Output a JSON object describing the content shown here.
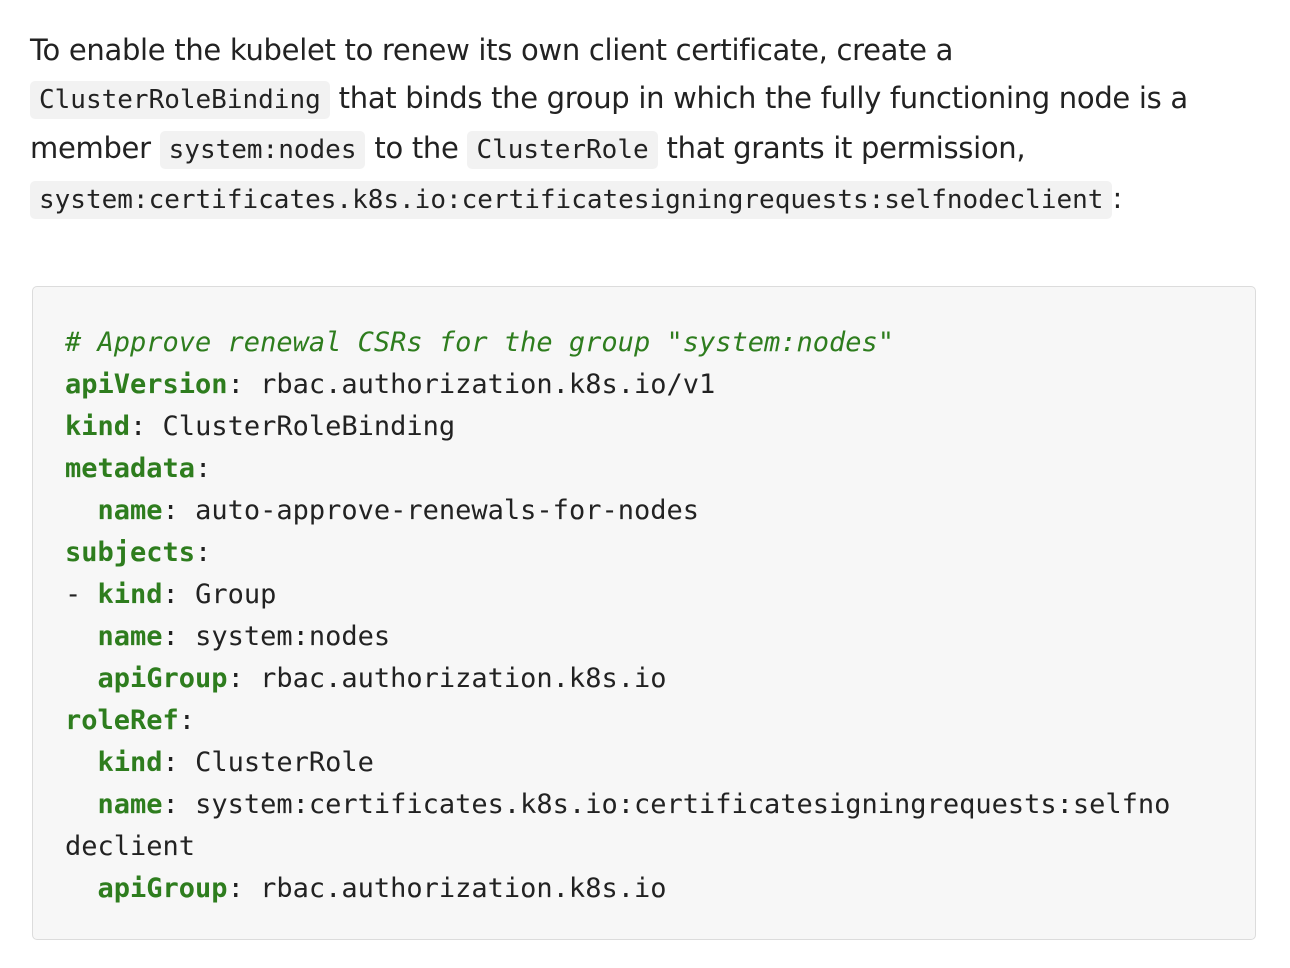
{
  "paragraph": {
    "text1": "To enable the kubelet to renew its own client certificate, create a ",
    "code1": "ClusterRoleBinding",
    "text2": " that binds the group in which the fully functioning node is a member ",
    "code2": "system:nodes",
    "text3": " to the ",
    "code3": "ClusterRole",
    "text4": " that grants it permission, ",
    "code4": "system:certificates.k8s.io:certificatesigningrequests:selfnodeclient",
    "text5": ":"
  },
  "yaml": {
    "comment": "# Approve renewal CSRs for the group \"system:nodes\"",
    "lines": [
      {
        "indent": "",
        "key": "apiVersion",
        "value": " rbac.authorization.k8s.io/v1"
      },
      {
        "indent": "",
        "key": "kind",
        "value": " ClusterRoleBinding"
      },
      {
        "indent": "",
        "key": "metadata",
        "value": ""
      },
      {
        "indent": "  ",
        "key": "name",
        "value": " auto-approve-renewals-for-nodes"
      },
      {
        "indent": "",
        "key": "subjects",
        "value": ""
      },
      {
        "indent": "- ",
        "key": "kind",
        "value": " Group"
      },
      {
        "indent": "  ",
        "key": "name",
        "value": " system:nodes"
      },
      {
        "indent": "  ",
        "key": "apiGroup",
        "value": " rbac.authorization.k8s.io"
      },
      {
        "indent": "",
        "key": "roleRef",
        "value": ""
      },
      {
        "indent": "  ",
        "key": "kind",
        "value": " ClusterRole"
      },
      {
        "indent": "  ",
        "key": "name",
        "value": " system:certificates.k8s.io:certificatesigningrequests:selfno\ndeclient"
      },
      {
        "indent": "  ",
        "key": "apiGroup",
        "value": " rbac.authorization.k8s.io"
      }
    ]
  }
}
